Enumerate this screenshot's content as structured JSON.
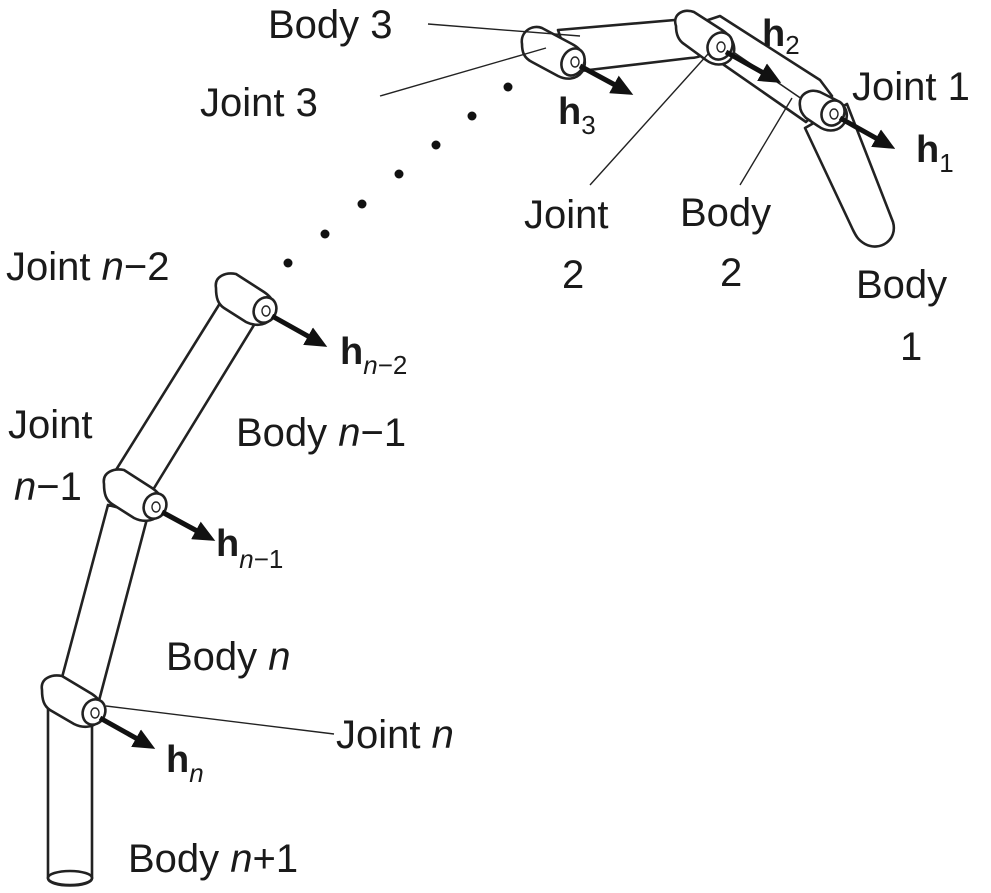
{
  "colors": {
    "ink": "#1a1a1a",
    "background": "#ffffff"
  },
  "labels": {
    "body3": "Body 3",
    "joint3": "Joint 3",
    "joint1": "Joint 1",
    "joint2_line1": "Joint",
    "joint2_line2": "2",
    "body2_line1": "Body",
    "body2_line2": "2",
    "body1_line1": "Body",
    "body1_line2": "1",
    "joint_n_minus_2": {
      "prefix": "Joint ",
      "var": "n",
      "suffix": "−2"
    },
    "body_n_minus_1": {
      "prefix": "Body ",
      "var": "n",
      "suffix": "−1"
    },
    "joint_n_minus_1_line1": "Joint",
    "joint_n_minus_1_line2": {
      "var": "n",
      "suffix": "−1"
    },
    "body_n": {
      "prefix": "Body ",
      "var": "n"
    },
    "joint_n": {
      "prefix": "Joint ",
      "var": "n"
    },
    "body_n_plus_1": {
      "prefix": "Body ",
      "var": "n",
      "suffix": "+1"
    }
  },
  "vectors": {
    "h1": {
      "symbol": "h",
      "sub": "1"
    },
    "h2": {
      "symbol": "h",
      "sub": "2"
    },
    "h3": {
      "symbol": "h",
      "sub": "3"
    },
    "h_n_minus_2": {
      "symbol": "h",
      "sub_var": "n",
      "sub_suffix": "−2"
    },
    "h_n_minus_1": {
      "symbol": "h",
      "sub_var": "n",
      "sub_suffix": "−1"
    },
    "h_n": {
      "symbol": "h",
      "sub_var": "n"
    }
  }
}
